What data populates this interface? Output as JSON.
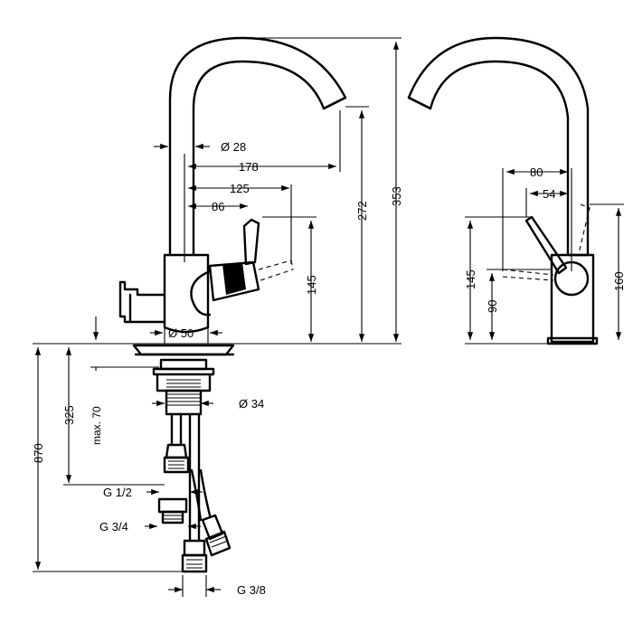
{
  "dimensions": {
    "d28": "Ø 28",
    "d178": "178",
    "d125": "125",
    "d86": "86",
    "d50": "Ø 50",
    "d145_front": "145",
    "d272": "272",
    "d353": "353",
    "d80": "80",
    "d54": "54",
    "d145_side": "145",
    "d90": "90",
    "d160": "160",
    "d34": "Ø 34",
    "d325": "325",
    "d870": "870",
    "dmax70": "max. 70",
    "g12": "G 1/2",
    "g34": "G 3/4",
    "g38": "G 3/8"
  }
}
